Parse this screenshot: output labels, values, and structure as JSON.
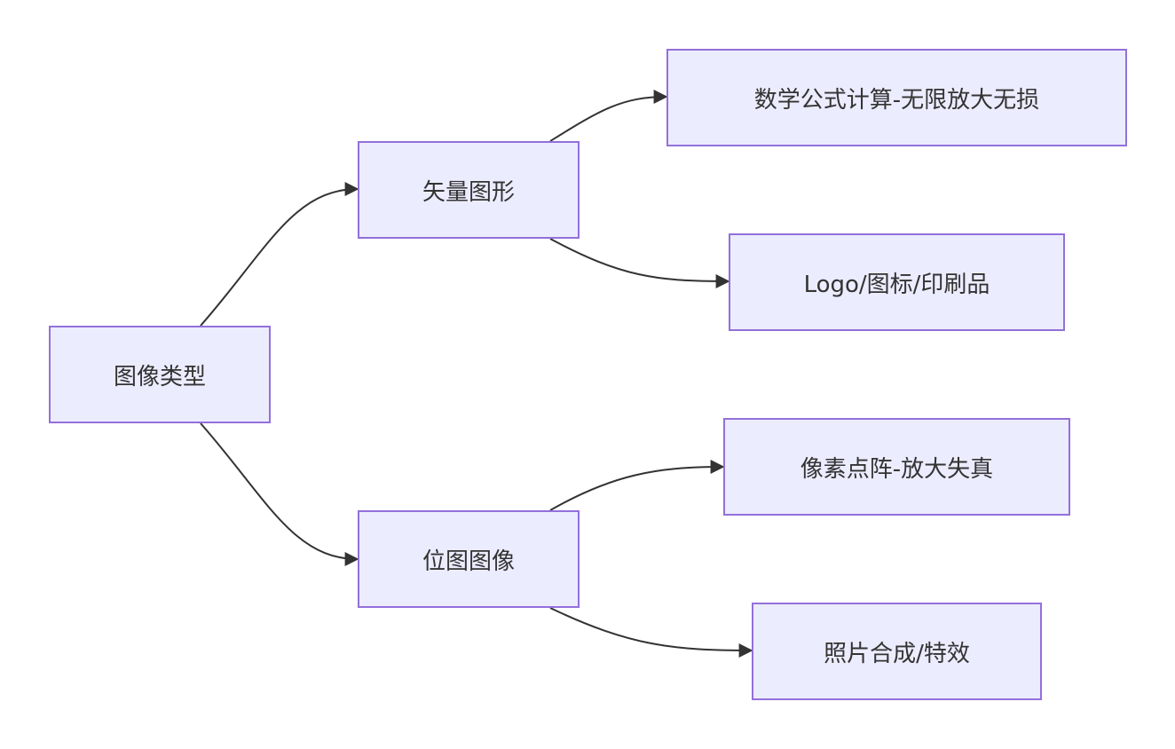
{
  "diagram": {
    "nodes": {
      "root": "图像类型",
      "vector": "矢量图形",
      "bitmap": "位图图像",
      "vector_math": "数学公式计算-无限放大无损",
      "vector_use": "Logo/图标/印刷品",
      "bitmap_pixel": "像素点阵-放大失真",
      "bitmap_use": "照片合成/特效"
    },
    "edges": [
      {
        "from": "root",
        "to": "vector"
      },
      {
        "from": "root",
        "to": "bitmap"
      },
      {
        "from": "vector",
        "to": "vector_math"
      },
      {
        "from": "vector",
        "to": "vector_use"
      },
      {
        "from": "bitmap",
        "to": "bitmap_pixel"
      },
      {
        "from": "bitmap",
        "to": "bitmap_use"
      }
    ],
    "colors": {
      "node_fill": "#ECECFF",
      "node_border": "#9370DB",
      "edge": "#333333",
      "text": "#333333"
    }
  }
}
